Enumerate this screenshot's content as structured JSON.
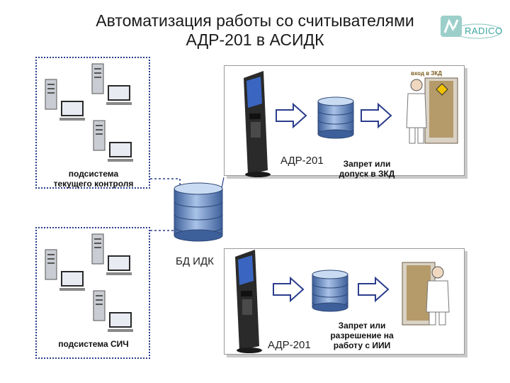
{
  "title": {
    "line1": "Автоматизация работы со считывателями",
    "line2": "АДР-201 в АСИДК"
  },
  "logo": {
    "text": "RADICO",
    "color": "#3aa7a0"
  },
  "subsystems": {
    "current_control": {
      "label_line1": "подсистема",
      "label_line2": "текущего контроля"
    },
    "sich": {
      "label": "подсистема СИЧ"
    }
  },
  "database": {
    "label": "БД ИДК"
  },
  "top_flow": {
    "reader_label": "АДР-201",
    "result_line1": "Запрет или",
    "result_line2": "допуск в ЗКД",
    "door_sign": "вход в ЗКД"
  },
  "bottom_flow": {
    "reader_label": "АДР-201",
    "result_line1": "Запрет или",
    "result_line2": "разрешение на",
    "result_line3": "работу с ИИИ"
  },
  "colors": {
    "border": "#2b3d8c",
    "arrow": "#2b3d8c",
    "cylinder": "#6c8fc7",
    "kiosk": "#2a2a2a"
  }
}
